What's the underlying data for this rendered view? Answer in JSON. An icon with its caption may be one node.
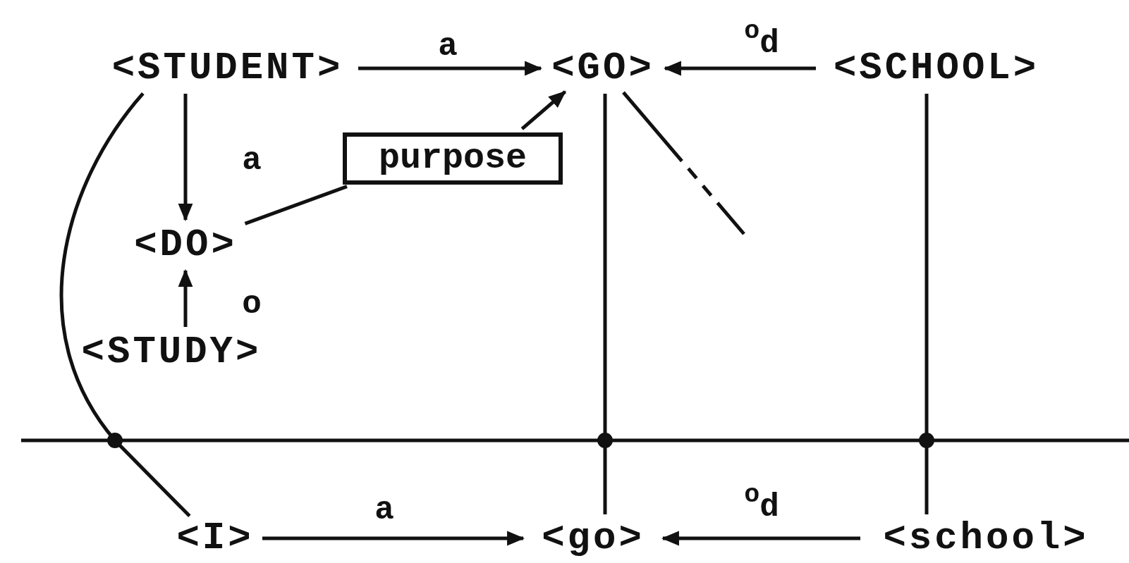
{
  "diagram": {
    "nodes": [
      {
        "text": [
          "<STUDENT>"
        ]
      },
      {
        "text": [
          "<GO>"
        ]
      },
      {
        "text": [
          "<SCHOOL>"
        ]
      },
      {
        "text": [
          "purpose"
        ]
      },
      {
        "text": [
          "<DO>"
        ]
      },
      {
        "text": [
          "<STUDY>"
        ]
      },
      {
        "text": [
          "<I>"
        ]
      },
      {
        "text": [
          "<go>"
        ]
      },
      {
        "text": [
          "<school>"
        ]
      }
    ],
    "edges": [
      {
        "from": 0,
        "to": 1,
        "arrow": "to",
        "label": "a"
      },
      {
        "from": 2,
        "to": 1,
        "arrow": "to",
        "label": "$^{o}$d"
      },
      {
        "from": 0,
        "to": 4,
        "arrow": "to",
        "label": "a"
      },
      {
        "from": 5,
        "to": 4,
        "arrow": "to",
        "label": "o"
      },
      {
        "from": 4,
        "to": 3,
        "arrow": "none"
      },
      {
        "from": 3,
        "to": 1,
        "arrow": "to"
      },
      {
        "from": 1,
        "to": null,
        "arrow": "none",
        "style": "dashed"
      },
      {
        "from": 0,
        "to": 6,
        "arrow": "none"
      },
      {
        "from": 1,
        "to": 7,
        "arrow": "none"
      },
      {
        "from": 2,
        "to": 8,
        "arrow": "none"
      },
      {
        "from": 6,
        "to": 7,
        "arrow": "to",
        "label": "a"
      },
      {
        "from": 8,
        "to": 7,
        "arrow": "to",
        "label": "$^{o}$d"
      }
    ]
  }
}
